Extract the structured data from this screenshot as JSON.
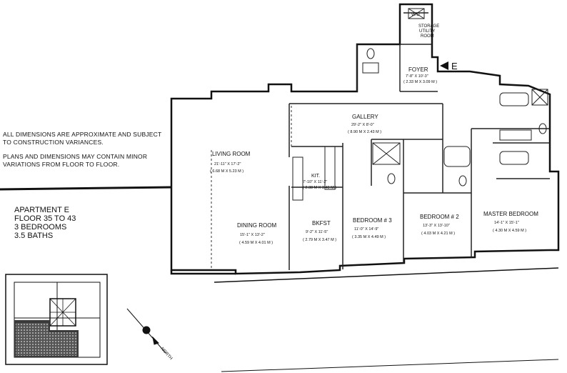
{
  "notes": [
    "ALL DIMENSIONS ARE APPROXIMATE AND SUBJECT TO CONSTRUCTION VARIANCES.",
    "PLANS AND DIMENSIONS MAY CONTAIN MINOR VARIATIONS FROM FLOOR TO FLOOR."
  ],
  "apartment": {
    "name": "APARTMENT E",
    "floor": "FLOOR 35 TO 43",
    "bedrooms": "3 BEDROOMS",
    "baths": "3.5 BATHS"
  },
  "marker": "E",
  "north_label": "NORTH",
  "rooms": {
    "wd": "W/D",
    "storage": "STORAGE",
    "utility": "UTILITY",
    "room": "ROOM",
    "foyer": {
      "name": "FOYER",
      "dim_ft": "7'-8\" X 10'-3\"",
      "dim_m": "( 2.33 M X 3.09 M )"
    },
    "gallery": {
      "name": "GALLERY",
      "dim_ft": "29'-2\" X 8'-0\"",
      "dim_m": "( 8.90 M X 2.43 M )"
    },
    "living": {
      "name": "LIVING ROOM",
      "dim_ft": "21'-11\" X 17'-2\"",
      "dim_m": "( 6.68 M X 5.23 M )"
    },
    "dining": {
      "name": "DINING ROOM",
      "dim_ft": "15'-1\" X 13'-2\"",
      "dim_m": "( 4.59 M X 4.01 M )"
    },
    "kitchen": {
      "name": "KIT.",
      "dim_ft": "7'-10\" X 11'-2\"",
      "dim_m": "( 2.38 M X 3.40 M )"
    },
    "bkfst": {
      "name": "BKFST",
      "dim_ft": "9'-2\" X 11'-5\"",
      "dim_m": "( 2.79 M X 3.47 M )"
    },
    "bed3": {
      "name": "BEDROOM # 3",
      "dim_ft": "11'-0\" X 14'-9\"",
      "dim_m": "( 3.35 M X 4.49 M )"
    },
    "bed2": {
      "name": "BEDROOM # 2",
      "dim_ft": "13'-3\" X 13'-10\"",
      "dim_m": "( 4.03 M X 4.21 M )"
    },
    "master": {
      "name": "MASTER BEDROOM",
      "dim_ft": "14'-1\" X 15'-1\"",
      "dim_m": "( 4.30 M X 4.59 M )"
    }
  }
}
